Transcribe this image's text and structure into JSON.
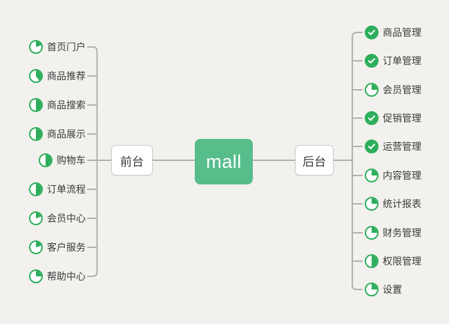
{
  "diagram": {
    "root": {
      "label": "mall"
    },
    "front": {
      "label": "前台",
      "items": [
        {
          "label": "首页门户",
          "progress": 20
        },
        {
          "label": "商品推荐",
          "progress": 40
        },
        {
          "label": "商品搜索",
          "progress": 50
        },
        {
          "label": "商品展示",
          "progress": 50
        },
        {
          "label": "购物车",
          "progress": 50
        },
        {
          "label": "订单流程",
          "progress": 50
        },
        {
          "label": "会员中心",
          "progress": 20
        },
        {
          "label": "客户服务",
          "progress": 20
        },
        {
          "label": "帮助中心",
          "progress": 25
        }
      ]
    },
    "back": {
      "label": "后台",
      "items": [
        {
          "label": "商品管理",
          "progress": 100
        },
        {
          "label": "订单管理",
          "progress": 100
        },
        {
          "label": "会员管理",
          "progress": 25
        },
        {
          "label": "促销管理",
          "progress": 100
        },
        {
          "label": "运营管理",
          "progress": 100
        },
        {
          "label": "内容管理",
          "progress": 25
        },
        {
          "label": "统计报表",
          "progress": 25
        },
        {
          "label": "财务管理",
          "progress": 25
        },
        {
          "label": "权限管理",
          "progress": 50
        },
        {
          "label": "设置",
          "progress": 25
        }
      ]
    }
  },
  "icons": {
    "complete": "check-icon",
    "partial": "pie-progress-icon"
  },
  "colors": {
    "accent_green": "#2eae5c",
    "root_bg": "#57bd8b",
    "line": "#b1b0ae",
    "background": "#f2f1ee",
    "text": "#3a3a3a",
    "node_bg": "#ffffff",
    "node_border": "#cfcecc"
  }
}
